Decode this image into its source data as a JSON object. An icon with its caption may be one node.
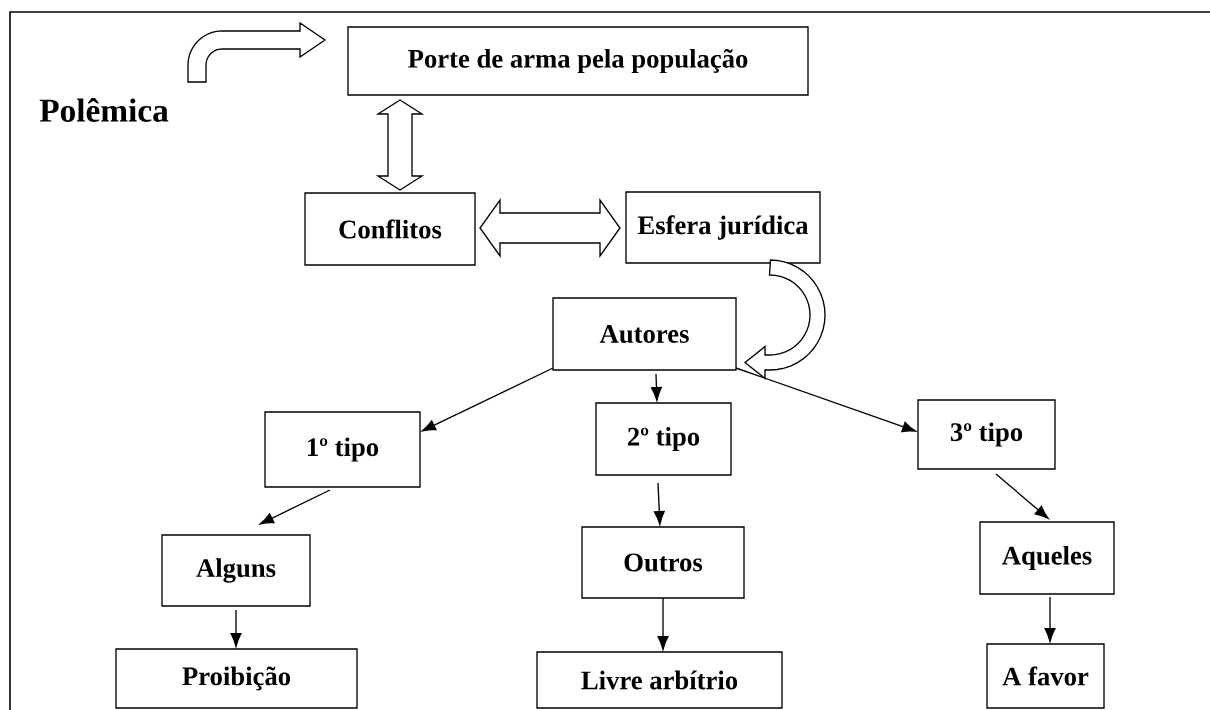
{
  "diagram": {
    "nodes": [
      {
        "text": [
          "Polêmica"
        ]
      },
      {
        "text": [
          "Porte de arma pela população"
        ]
      },
      {
        "text": [
          "Conflitos"
        ]
      },
      {
        "text": [
          "Esfera jurídica"
        ]
      },
      {
        "text": [
          "Autores"
        ]
      },
      {
        "text": [
          "1º tipo"
        ]
      },
      {
        "text": [
          "2º tipo"
        ]
      },
      {
        "text": [
          "3º tipo"
        ]
      },
      {
        "text": [
          "Alguns"
        ]
      },
      {
        "text": [
          "Outros"
        ]
      },
      {
        "text": [
          "Aqueles"
        ]
      },
      {
        "text": [
          "Proibição"
        ]
      },
      {
        "text": [
          "Livre arbítrio"
        ]
      },
      {
        "text": [
          "A favor"
        ]
      }
    ],
    "edges": [
      {
        "from": 0,
        "to": 1,
        "arrow": "to",
        "style": "thick"
      },
      {
        "from": 1,
        "to": 2,
        "arrow": "both",
        "style": "thick"
      },
      {
        "from": 2,
        "to": 3,
        "arrow": "both",
        "style": "thick"
      },
      {
        "from": 3,
        "to": 4,
        "arrow": "to",
        "style": "thick"
      },
      {
        "from": 4,
        "to": 5,
        "arrow": "to"
      },
      {
        "from": 4,
        "to": 6,
        "arrow": "to"
      },
      {
        "from": 4,
        "to": 7,
        "arrow": "to"
      },
      {
        "from": 5,
        "to": 8,
        "arrow": "to"
      },
      {
        "from": 6,
        "to": 9,
        "arrow": "to"
      },
      {
        "from": 7,
        "to": 10,
        "arrow": "to"
      },
      {
        "from": 8,
        "to": 11,
        "arrow": "to"
      },
      {
        "from": 9,
        "to": 12,
        "arrow": "to"
      },
      {
        "from": 10,
        "to": 13,
        "arrow": "to"
      }
    ]
  }
}
